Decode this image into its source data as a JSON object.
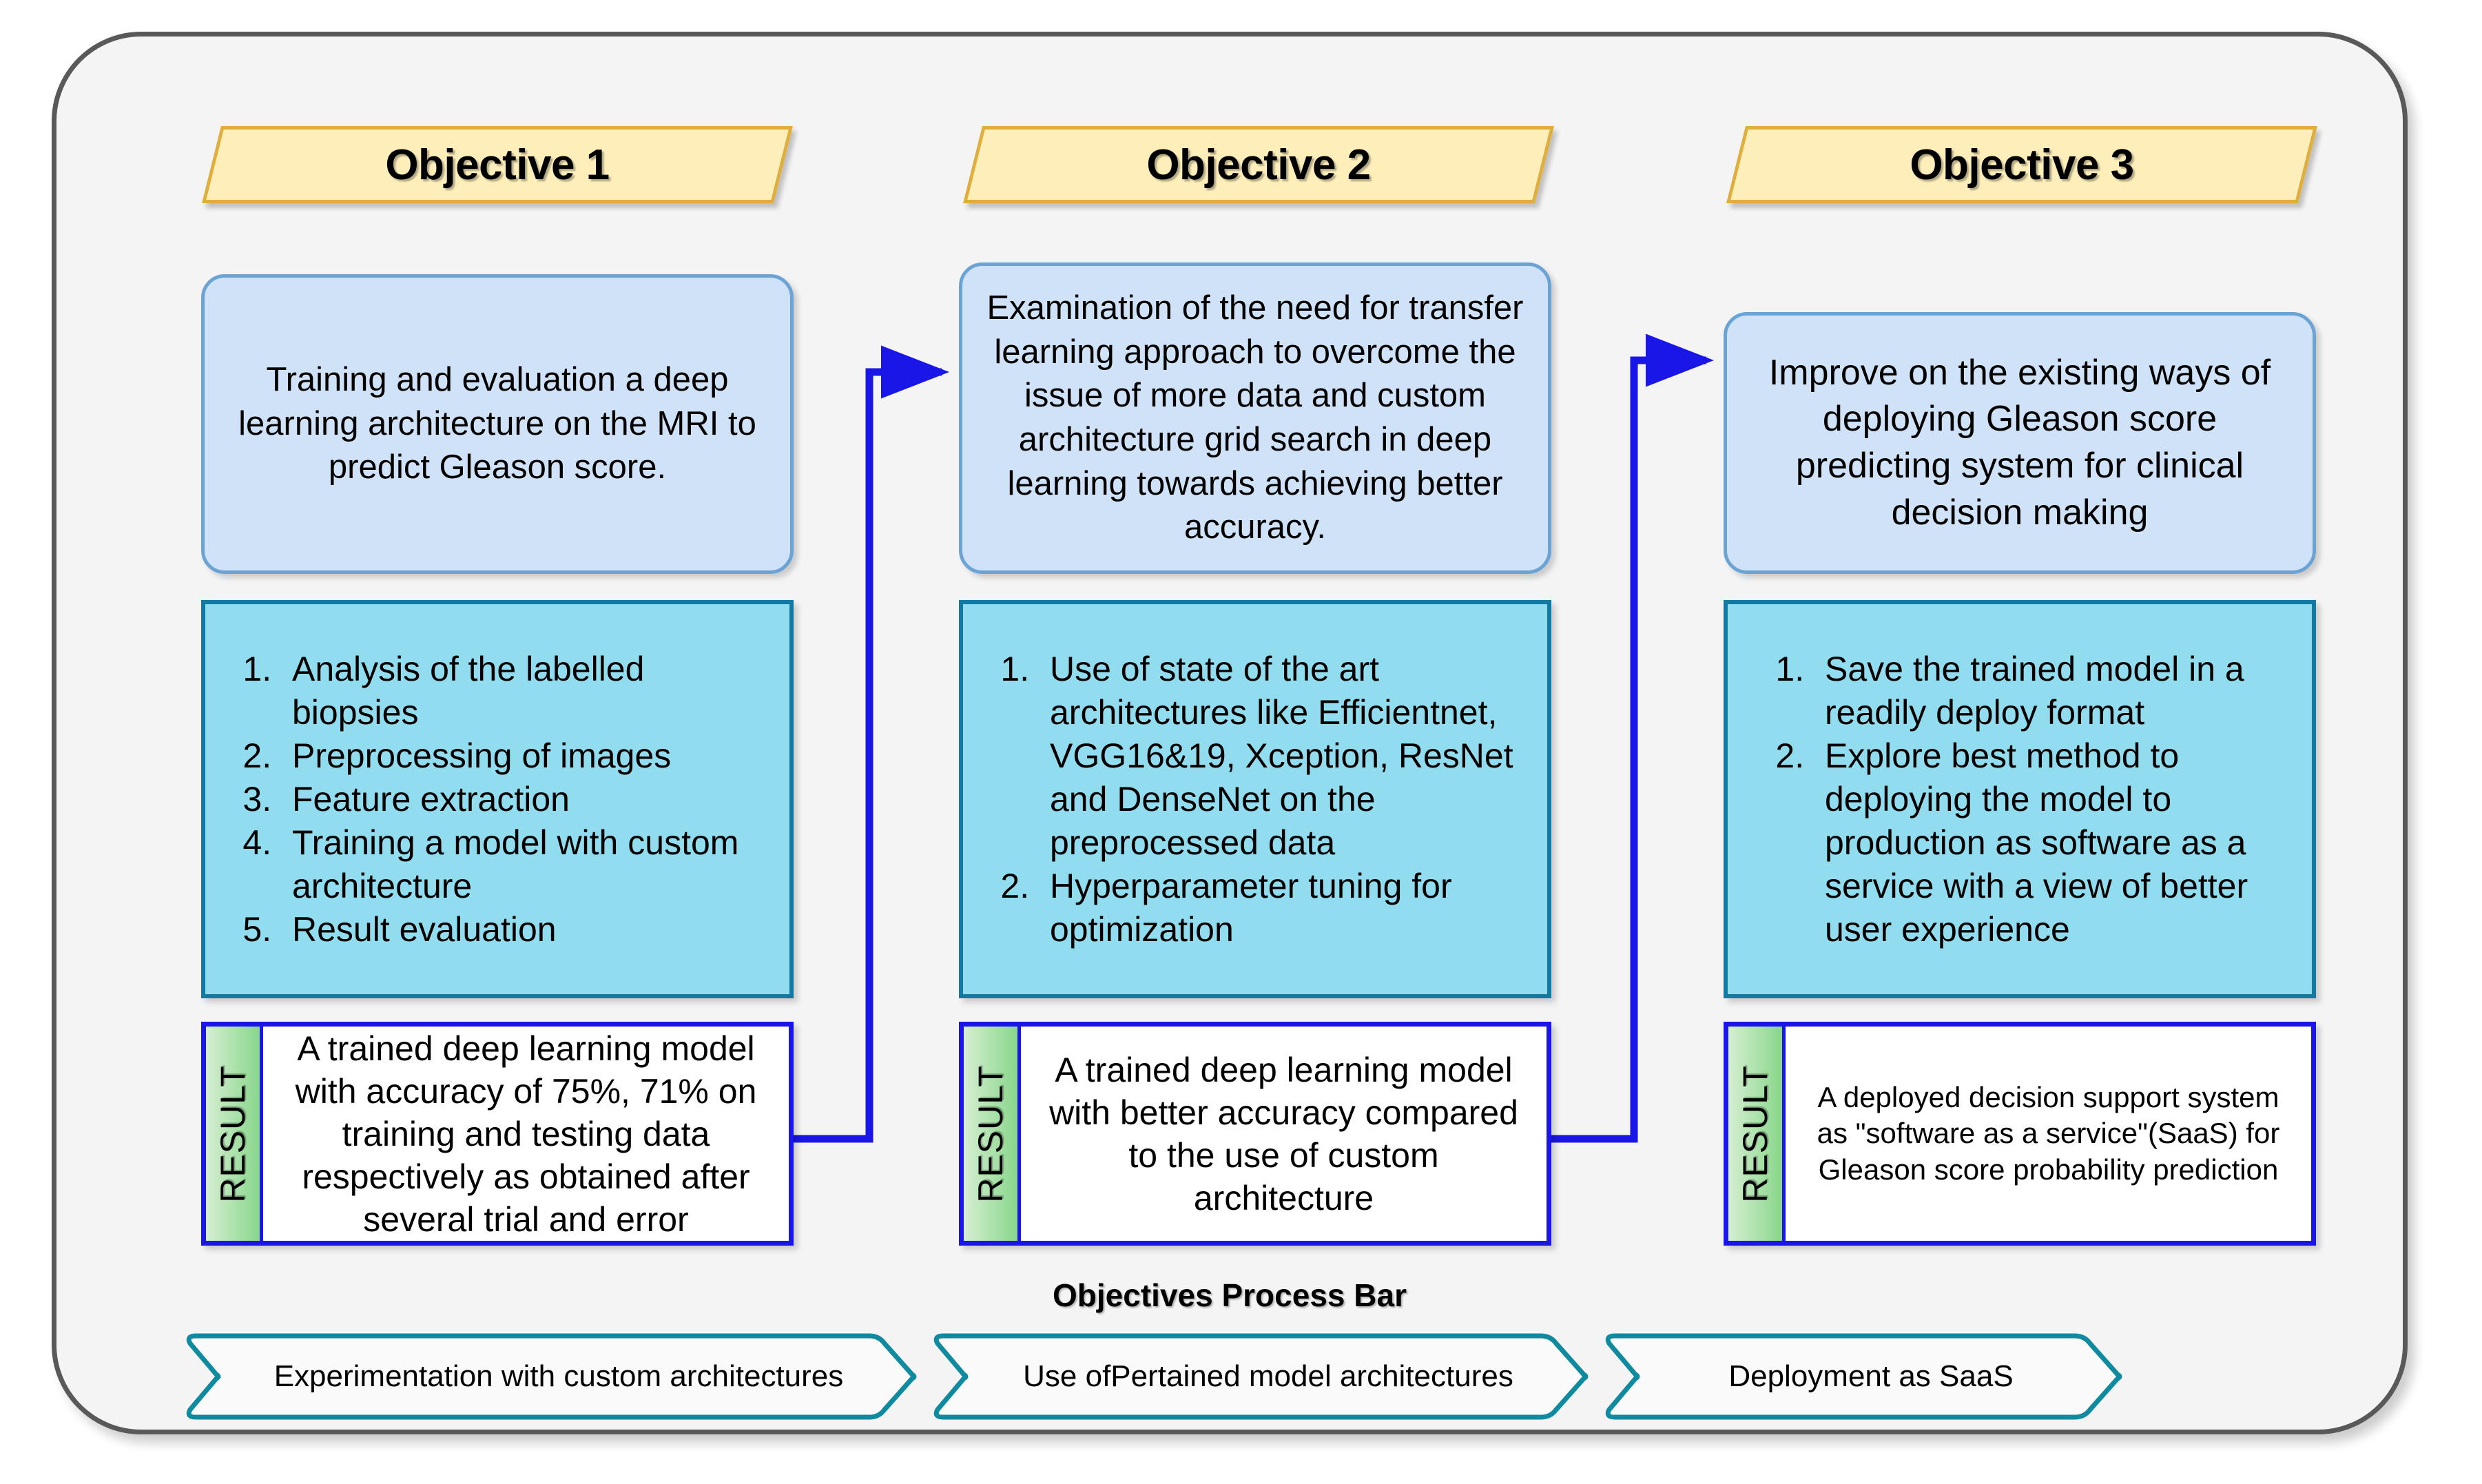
{
  "diagram": {
    "process_bar_title": "Objectives Process Bar",
    "result_tab_label": "RESULT",
    "colors": {
      "frame_border": "#595959",
      "frame_background": "#f4f4f5",
      "banner_fill": "#fdeeba",
      "banner_border": "#e0ae3c",
      "statement_fill": "#cfe2f7",
      "statement_border": "#6ba4d4",
      "task_fill": "#91dcef",
      "task_border": "#1379a1",
      "result_border": "#1a16e8",
      "result_tab_gradient_start": "#d6efd2",
      "result_tab_gradient_end": "#88d68a",
      "connector_arrow": "#1a16e8",
      "chevron_border": "#0f8a9e"
    },
    "columns": [
      {
        "banner": "Objective 1",
        "statement": "Training and evaluation a deep learning architecture on the MRI to predict Gleason score.",
        "tasks": [
          "Analysis of the labelled biopsies",
          "Preprocessing of images",
          "Feature extraction",
          "Training a model with custom architecture",
          "Result evaluation"
        ],
        "result": "A trained deep learning model with accuracy of 75%, 71% on training and testing data respectively as obtained after several trial and error"
      },
      {
        "banner": "Objective 2",
        "statement": "Examination of the need for transfer learning approach to overcome the issue of more data and custom architecture grid search in deep learning towards achieving better accuracy.",
        "tasks": [
          "Use of state of the art architectures like Efficientnet, VGG16&19, Xception, ResNet and DenseNet  on the preprocessed data",
          "Hyperparameter tuning for optimization"
        ],
        "result": "A trained deep learning model with better accuracy compared to the use of custom architecture"
      },
      {
        "banner": "Objective 3",
        "statement": "Improve on the existing ways of deploying Gleason score predicting system for clinical decision making",
        "tasks": [
          "Save the trained model in a readily deploy format",
          "Explore best method to deploying the model to production as software as a service with a view of better user experience"
        ],
        "result": "A deployed decision support system as \"software as a service\"(SaaS) for Gleason score probability prediction"
      }
    ],
    "process_steps": [
      "Experimentation with custom architectures",
      "Use ofPertained model architectures",
      "Deployment as SaaS"
    ]
  }
}
